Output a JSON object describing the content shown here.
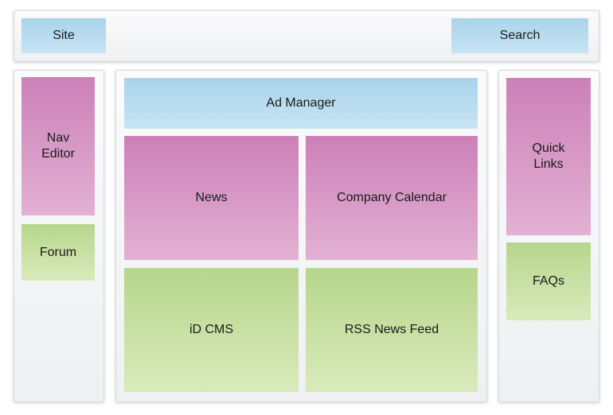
{
  "header": {
    "site_label": "Site",
    "search_label": "Search"
  },
  "left_column": {
    "nav_editor_label": "Nav\nEditor",
    "forum_label": "Forum"
  },
  "center": {
    "ad_manager_label": "Ad Manager",
    "news_label": "News",
    "company_calendar_label": "Company Calendar",
    "id_cms_label": "iD CMS",
    "rss_news_feed_label": "RSS News Feed"
  },
  "right_column": {
    "quick_links_label": "Quick\nLinks",
    "faqs_label": "FAQs"
  },
  "colors": {
    "blue": "#a9d3ea",
    "pink": "#cc80b8",
    "green": "#b6d68c"
  }
}
